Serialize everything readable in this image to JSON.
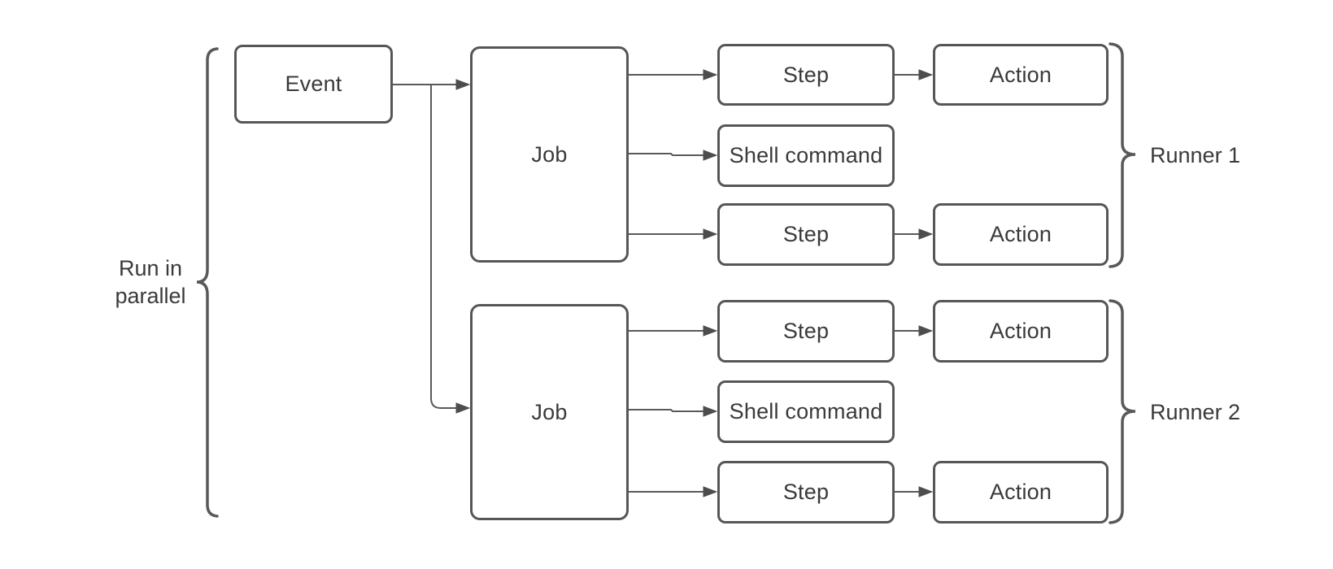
{
  "colors": {
    "stroke": "#545759",
    "connector": "#595959",
    "arrowhead": "#4d4d4d",
    "text": "#3a3a3a",
    "background": "#ffffff"
  },
  "annotations": {
    "parallel_label": "Run in\nparallel",
    "runner_1_label": "Runner 1",
    "runner_2_label": "Runner 2"
  },
  "nodes": {
    "event": {
      "label": "Event"
    },
    "runners": [
      {
        "label": "Runner 1",
        "job": {
          "label": "Job"
        },
        "rows": [
          {
            "cells": [
              {
                "label": "Step"
              },
              {
                "label": "Action"
              }
            ]
          },
          {
            "cells": [
              {
                "label": "Shell command"
              }
            ]
          },
          {
            "cells": [
              {
                "label": "Step"
              },
              {
                "label": "Action"
              }
            ]
          }
        ]
      },
      {
        "label": "Runner 2",
        "job": {
          "label": "Job"
        },
        "rows": [
          {
            "cells": [
              {
                "label": "Step"
              },
              {
                "label": "Action"
              }
            ]
          },
          {
            "cells": [
              {
                "label": "Shell command"
              }
            ]
          },
          {
            "cells": [
              {
                "label": "Step"
              },
              {
                "label": "Action"
              }
            ]
          }
        ]
      }
    ]
  }
}
